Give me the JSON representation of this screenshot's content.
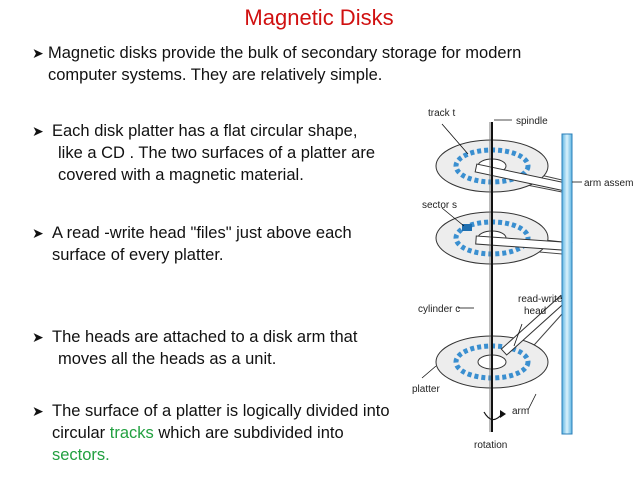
{
  "title": "Magnetic Disks",
  "bullets": {
    "b1": {
      "line1": "Magnetic disks provide the bulk of secondary storage for modern",
      "line2": "computer systems. They are relatively simple."
    },
    "b2": {
      "line1": "Each disk platter has a flat circular shape,",
      "line2": "like a CD . The two surfaces of a platter are",
      "line3": "covered with a magnetic material."
    },
    "b3": {
      "line1": "A read -write head \"files\" just above each",
      "line2": "surface of every platter."
    },
    "b4": {
      "line1": "The heads are attached to a disk arm that",
      "line2": "moves all the heads as a unit."
    },
    "b5": {
      "line1": "The surface of a platter is logically divided into",
      "line2_pre": "circular ",
      "line2_em": "tracks",
      "line2_post": " which are subdivided into",
      "line3_em": "sectors."
    }
  },
  "diagram": {
    "labels": {
      "track": "track t",
      "spindle": "spindle",
      "arm_assembly": "arm assembly",
      "sector": "sector s",
      "cylinder": "cylinder c",
      "read_write": "read-write",
      "head": "head",
      "platter": "platter",
      "arm": "arm",
      "rotation": "rotation"
    }
  },
  "colors": {
    "title": "#d01010",
    "highlight": "#22a040",
    "track_blue": "#3a8fd0",
    "arm_assembly_blue": "#bfe6f5"
  }
}
